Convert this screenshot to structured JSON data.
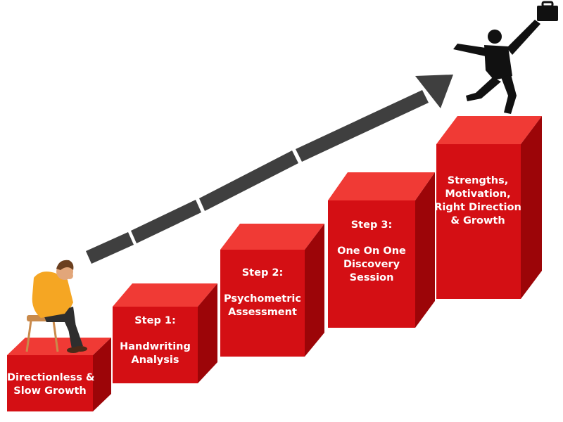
{
  "colors": {
    "front": "#d40f14",
    "top": "#f03a35",
    "side": "#9c0508",
    "arrow": "#3f3f3f",
    "shirt": "#f5a623",
    "pants": "#2e2e2e",
    "skin": "#e2a67a",
    "hair": "#6b3f1f",
    "stool": "#c98a4b"
  },
  "steps": [
    {
      "step": "",
      "lines": [
        "Directionless &",
        "Slow Growth"
      ]
    },
    {
      "step": "Step 1:",
      "lines": [
        "Handwriting",
        "Analysis"
      ]
    },
    {
      "step": "Step 2:",
      "lines": [
        "Psychometric",
        "Assessment"
      ]
    },
    {
      "step": "Step 3:",
      "lines": [
        "One On One",
        "Discovery",
        "Session"
      ]
    },
    {
      "step": "",
      "lines": [
        "Strengths,",
        "Motivation,",
        "Right Direction",
        "& Growth"
      ]
    }
  ],
  "icons": {
    "start_figure": "sad-person-sitting-icon",
    "end_figure": "jumping-businessman-silhouette-icon",
    "progress": "dashed-arrow-icon"
  }
}
